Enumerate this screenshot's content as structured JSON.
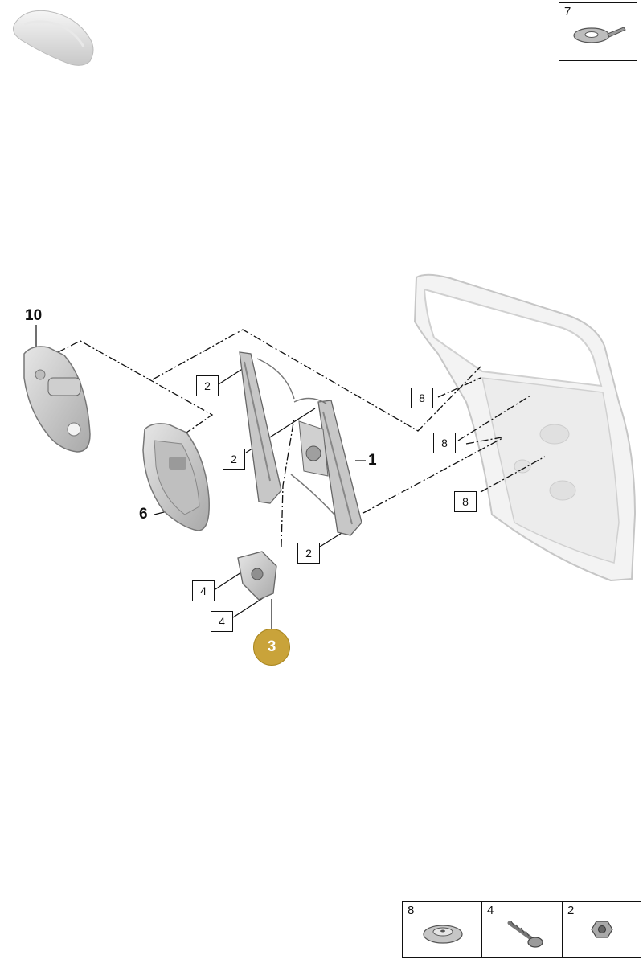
{
  "diagram": {
    "parts": {
      "p1": "1",
      "p2a": "2",
      "p2b": "2",
      "p2c": "2",
      "p3": "3",
      "p4a": "4",
      "p4b": "4",
      "p6": "6",
      "p7": "7",
      "p8a": "8",
      "p8b": "8",
      "p8c": "8",
      "p10": "10"
    },
    "legend": [
      "8",
      "4",
      "2"
    ],
    "colors": {
      "highlight": "#c9a33a",
      "line": "#111111",
      "part_fill": "#d9d9d9",
      "door_fill": "#f2f2f2"
    },
    "icons": {
      "vehicle": "car-silhouette-icon",
      "seal_ring": "seal-ring-icon",
      "clip": "grommet-clip-icon",
      "screw": "screw-icon",
      "nut": "hex-nut-icon"
    }
  }
}
